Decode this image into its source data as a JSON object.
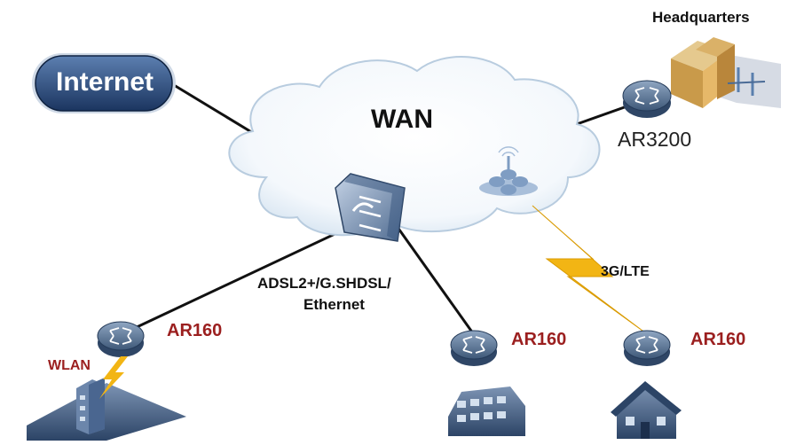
{
  "diagram": {
    "internet_label": "Internet",
    "wan_label": "WAN",
    "headquarters_label": "Headquarters",
    "hq_router_label": "AR3200",
    "link_label_line1": "ADSL2+/G.SHDSL/",
    "link_label_line2": "Ethernet",
    "cellular_label": "3G/LTE",
    "branch_left_router_label": "AR160",
    "branch_left_wlan_label": "WLAN",
    "branch_mid_router_label": "AR160",
    "branch_right_router_label": "AR160"
  },
  "colors": {
    "router_label": "#9b1f1f",
    "internet_badge": "#1f3f6e",
    "lightning": "#f2b514",
    "link_line": "#111111"
  }
}
